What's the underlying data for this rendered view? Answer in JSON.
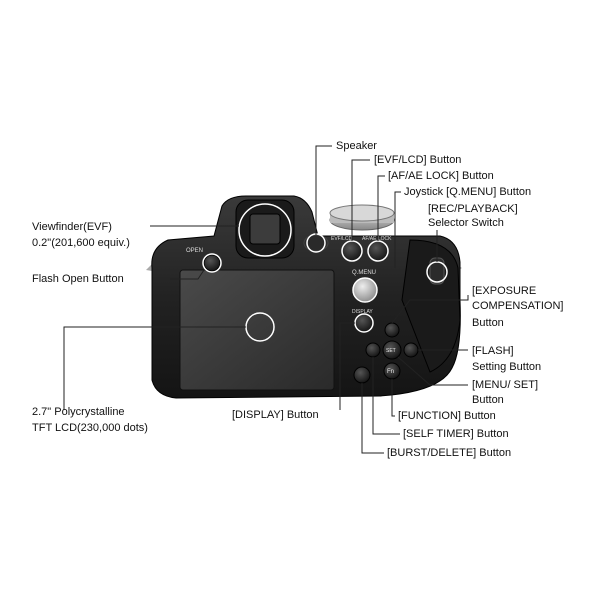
{
  "callouts": {
    "speaker": "Speaker",
    "evf_lcd": "[EVF/LCD] Button",
    "af_ae_lock": "[AF/AE LOCK] Button",
    "joystick": "Joystick [Q.MENU] Button",
    "rec_playback": [
      "[REC/PLAYBACK]",
      "Selector Switch"
    ],
    "viewfinder": [
      "Viewfinder(EVF)",
      "0.2\"(201,600 equiv.)"
    ],
    "flash_open": "Flash Open Button",
    "exposure": [
      "[EXPOSURE",
      "COMPENSATION]",
      "Button"
    ],
    "flash_setting": [
      "[FLASH]",
      "Setting Button"
    ],
    "menu_set": [
      "[MENU/ SET]",
      "Button"
    ],
    "function": "[FUNCTION] Button",
    "self_timer": "[SELF TIMER] Button",
    "burst_delete": "[BURST/DELETE] Button",
    "display": "[DISPLAY] Button",
    "lcd": [
      "2.7\" Polycrystalline",
      "TFT LCD(230,000 dots)"
    ]
  },
  "camera_markings": {
    "open": "OPEN",
    "evf_lcd": "EVF/LCD",
    "af_ae_lock": "AF/AE LOCK",
    "q_menu": "Q.MENU",
    "display": "DISPLAY",
    "set": "SET",
    "fn": "Fn"
  }
}
